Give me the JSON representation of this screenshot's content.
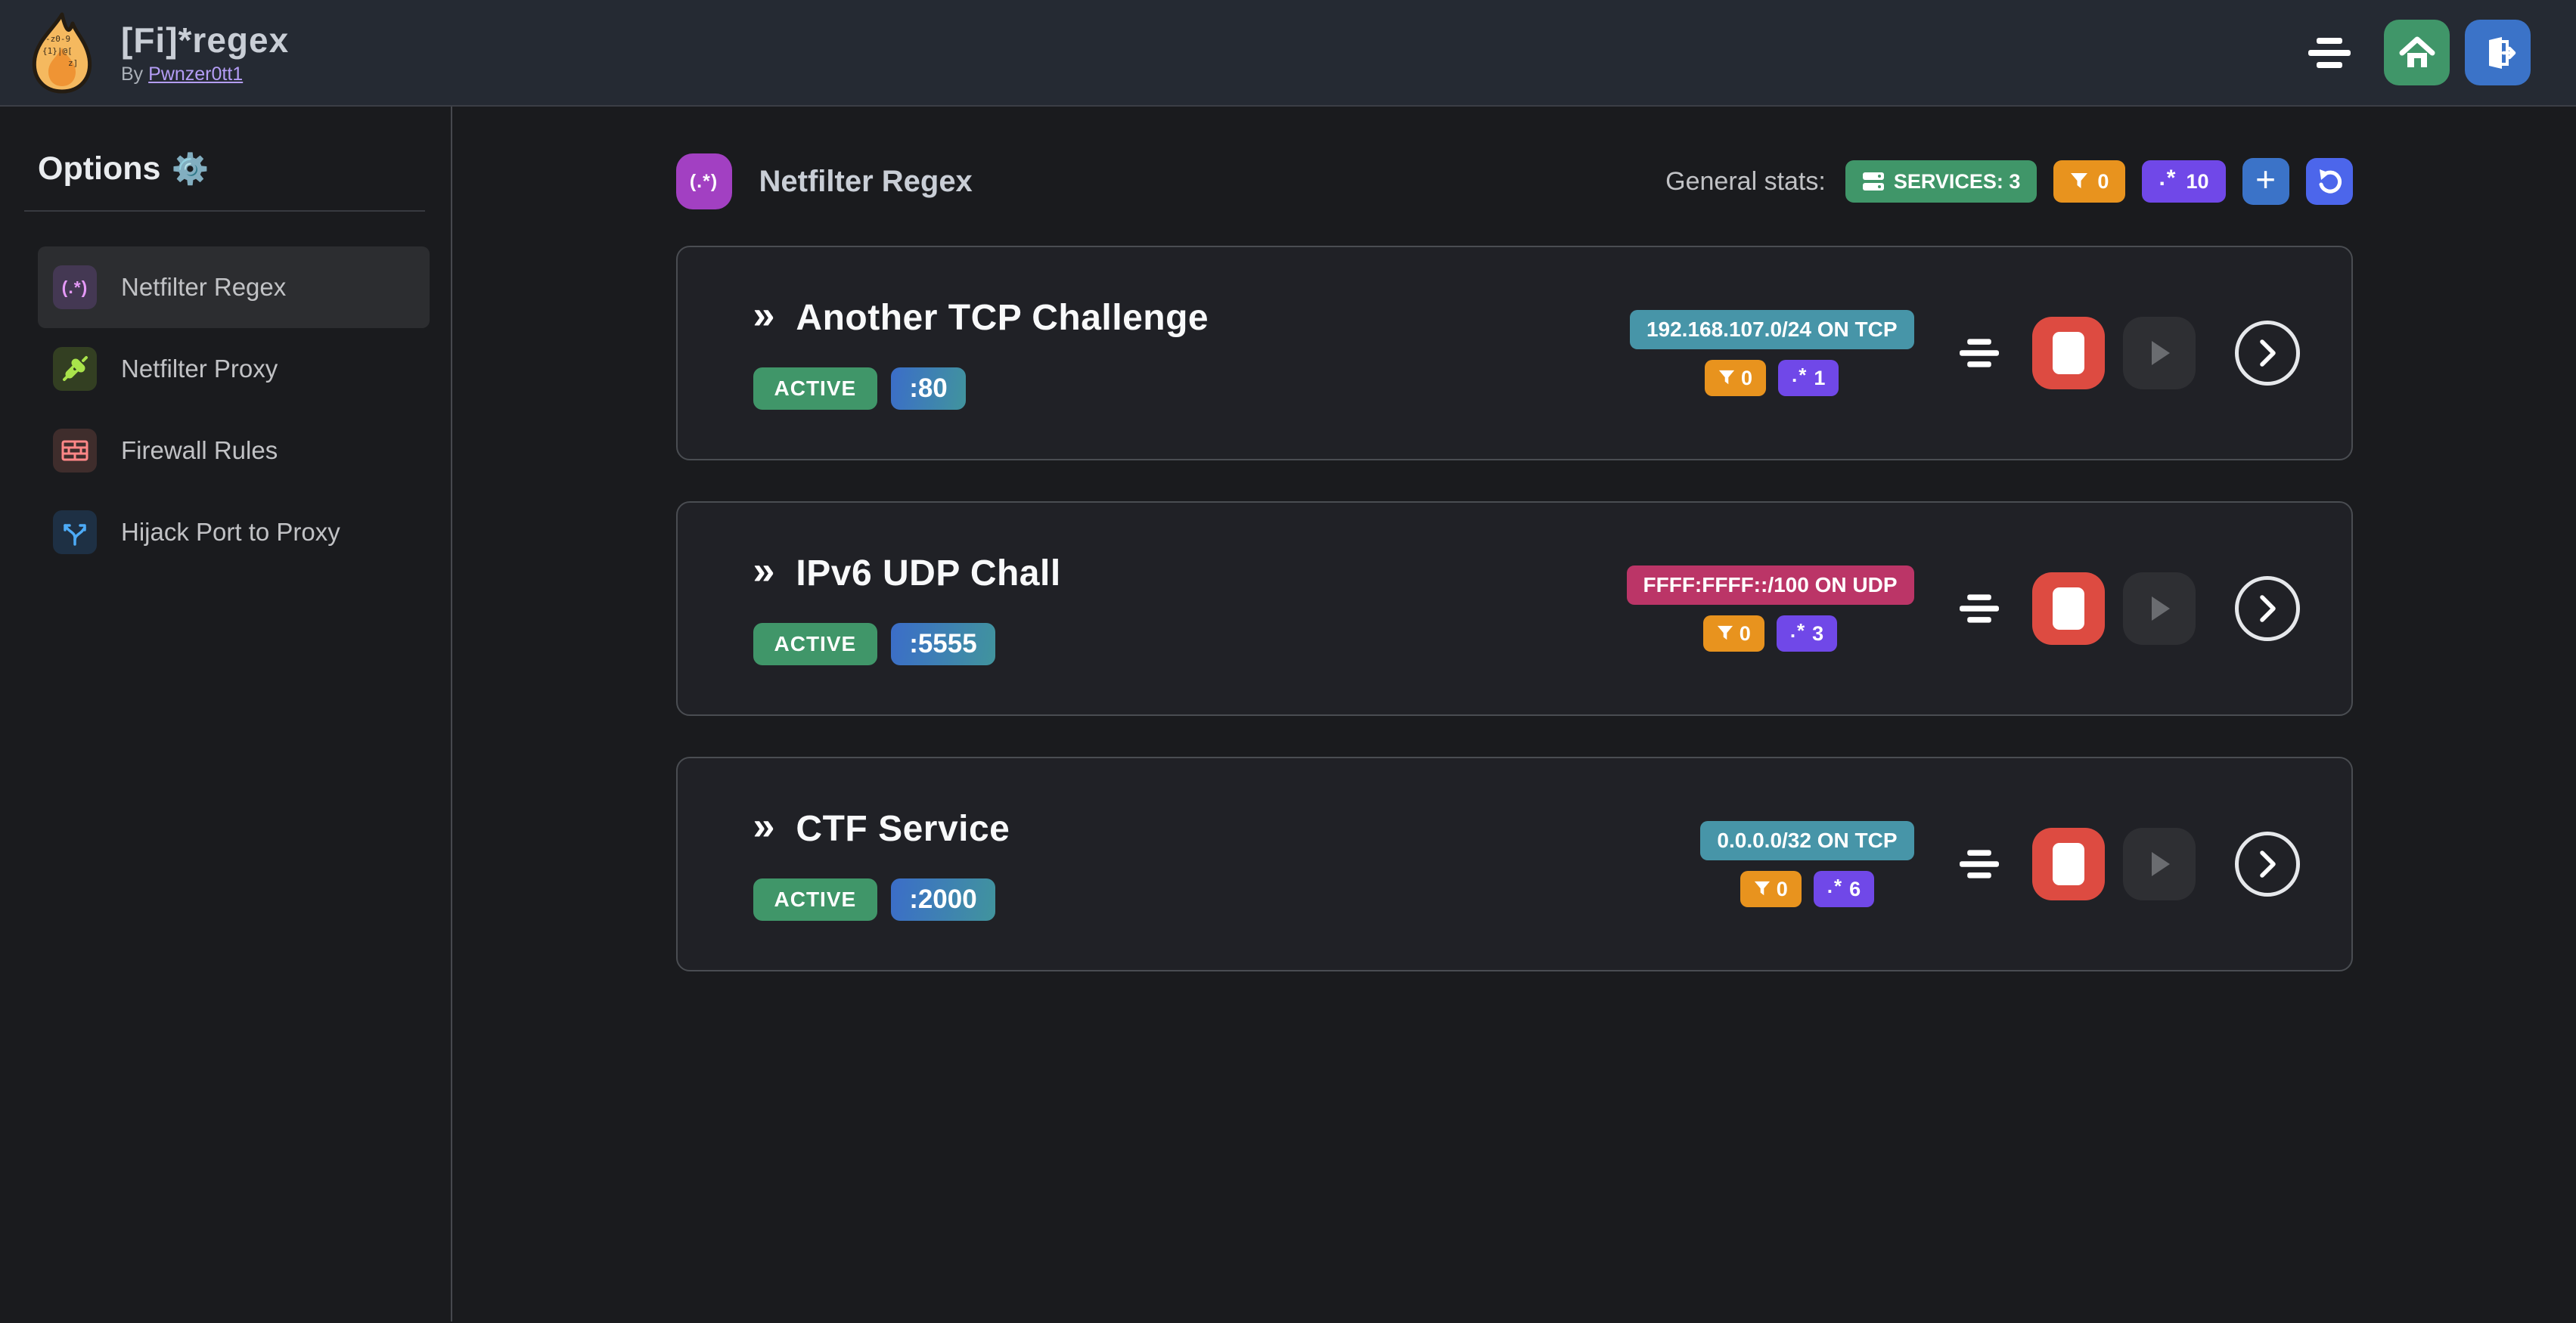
{
  "icons": {
    "gear_emoji": "⚙️",
    "regex_glyph": "(.*)",
    "dot_star": ".*",
    "double_chevron": "»",
    "plus": "+"
  },
  "navbar": {
    "title": "[Fi]*regex",
    "byline_prefix": "By",
    "byline_link": "Pwnzer0tt1"
  },
  "sidebar": {
    "heading": "Options",
    "items": [
      {
        "label": "Netfilter Regex"
      },
      {
        "label": "Netfilter Proxy"
      },
      {
        "label": "Firewall Rules"
      },
      {
        "label": "Hijack Port to Proxy"
      }
    ]
  },
  "header": {
    "title": "Netfilter Regex",
    "icon_text": "(.*)",
    "stats_label": "General stats:",
    "services_badge": "SERVICES: 3",
    "filters_total": "0",
    "regex_total": "10"
  },
  "services": [
    {
      "title": "Another TCP Challenge",
      "status": "ACTIVE",
      "port": ":80",
      "endpoint": "192.168.107.0/24 ON TCP",
      "endpoint_color": "#4795a8",
      "filters": "0",
      "regexes": "1"
    },
    {
      "title": "IPv6 UDP Chall",
      "status": "ACTIVE",
      "port": ":5555",
      "endpoint": "FFFF:FFFF::/100 ON UDP",
      "endpoint_color": "#bb3567",
      "filters": "0",
      "regexes": "3"
    },
    {
      "title": "CTF Service",
      "status": "ACTIVE",
      "port": ":2000",
      "endpoint": "0.0.0.0/32 ON TCP",
      "endpoint_color": "#4795a8",
      "filters": "0",
      "regexes": "6"
    }
  ],
  "colors": {
    "navbar_bg": "#252a33",
    "page_bg": "#1a1b1e",
    "card_bg": "#202126",
    "green": "#409669",
    "orange": "#e8931e",
    "violet": "#7048e8",
    "teal": "#4795a8",
    "pink": "#bb3567",
    "blue": "#3b73c8",
    "indigo": "#4c66eb",
    "red": "#dd4b41",
    "grape": "#a240c2",
    "link_purple": "#b49df5"
  }
}
